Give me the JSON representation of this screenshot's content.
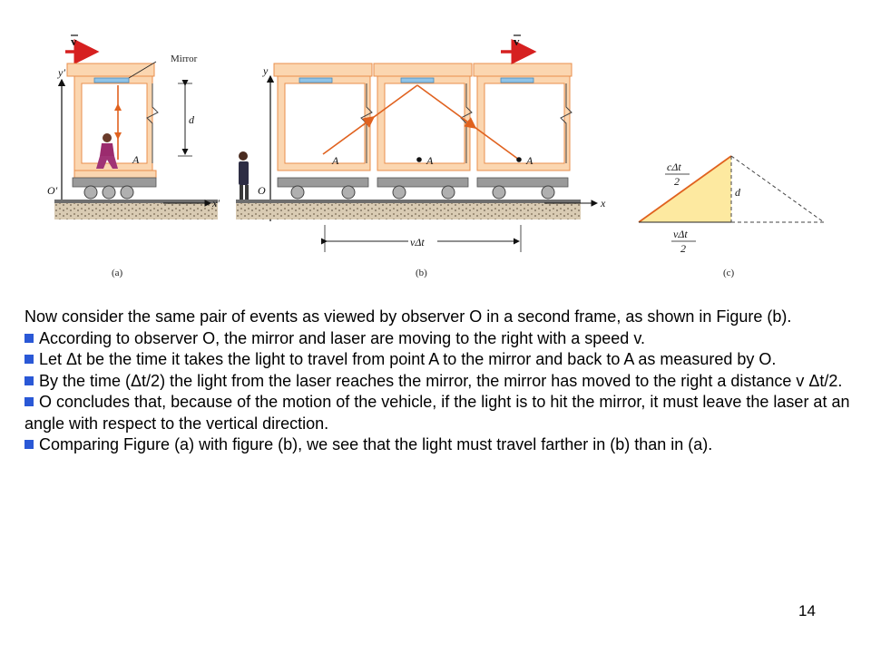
{
  "figure": {
    "a": {
      "caption": "(a)",
      "velocity": "v",
      "mirror": "Mirror",
      "point": "A",
      "distance": "d",
      "axis_y": "y′",
      "axis_x": "x′",
      "origin": "O′"
    },
    "b": {
      "caption": "(b)",
      "velocity": "v",
      "point_1": "A",
      "point_2": "A",
      "point_3": "A",
      "axis_y": "y",
      "axis_x": "x",
      "origin": "O",
      "displacement": "vΔt"
    },
    "c": {
      "caption": "(c)",
      "hyp_num": "cΔt",
      "hyp_den": "2",
      "base_num": "vΔt",
      "base_den": "2",
      "height": "d"
    }
  },
  "body": {
    "para_intro": "Now consider the same pair of events as viewed by observer O in a second frame, as shown in Figure (b).",
    "bullets": [
      "According to observer O, the mirror and laser are moving to the right with a speed v.",
      "Let Δt be the time it takes the light to travel from point A to the mirror and back to A as measured by O.",
      "By the time (Δt/2) the light from the laser reaches the mirror, the mirror has moved to the right a distance v Δt/2.",
      "O concludes that, because of the motion of the vehicle, if the light is to hit the mirror, it must leave the laser at an angle with respect to the vertical direction.",
      "Comparing Figure (a) with figure (b), we see that the light must travel farther in (b) than in (a)."
    ]
  },
  "slide_number": "14",
  "colors": {
    "car_fill": "#fbd6b0",
    "car_edge": "#e88f4d",
    "light_ray": "#e0621f",
    "velocity_arrow": "#d62020",
    "mirror": "#8fc4e8",
    "triangle_fill": "#fde9a0",
    "bullet": "#2a58d6"
  }
}
